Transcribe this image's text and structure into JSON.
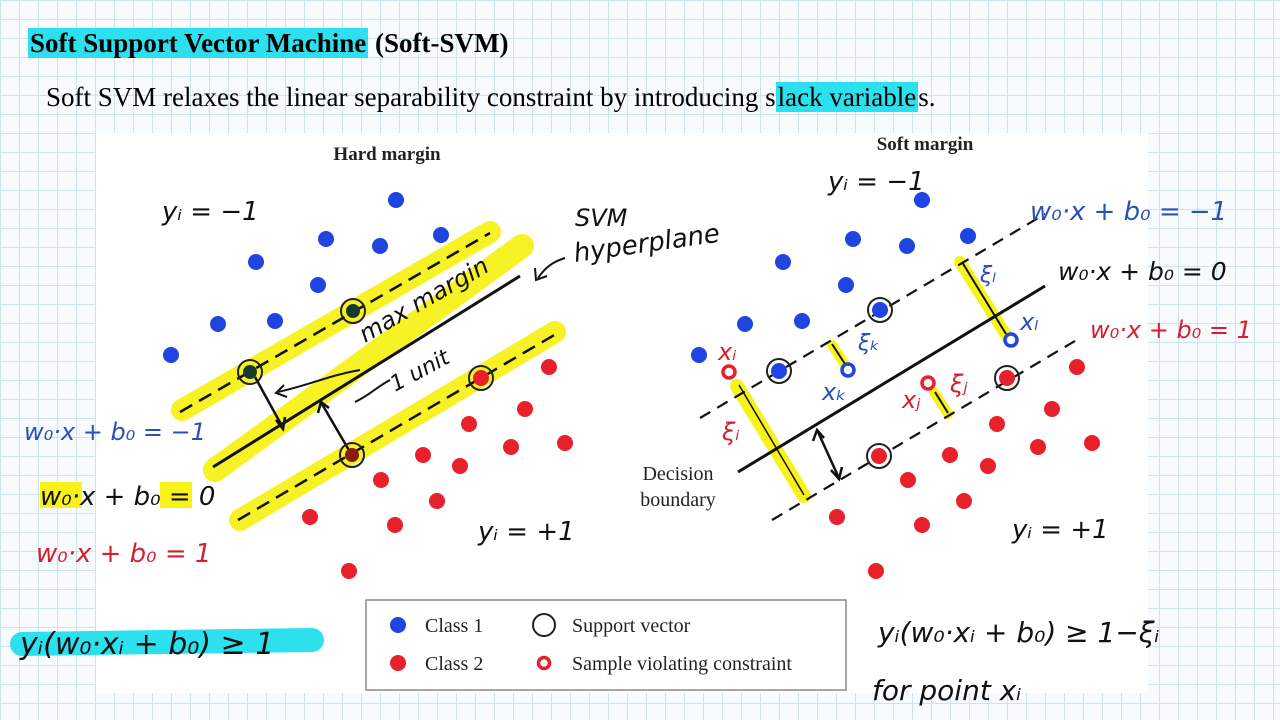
{
  "title": {
    "main": "Soft Support Vector Machine",
    "suffix": " (Soft-SVM)"
  },
  "subtitle": {
    "before": "Soft SVM relaxes the linear separability constraint by introducing s",
    "highlight": "lack variable",
    "after": "s."
  },
  "hard_panel": {
    "heading": "Hard margin",
    "label_neg": "yᵢ = −1",
    "label_pos": "yᵢ = +1",
    "annot_svm": "SVM",
    "annot_hyperplane": "hyperplane",
    "annot_max_margin": "max margin",
    "annot_unit": "1 unit",
    "eq_neg": "w₀·x + b₀ = −1",
    "eq_zero": "w₀·x + b₀ = 0",
    "eq_pos": "w₀·x + b₀ = 1",
    "constraint": "yᵢ(w₀·xᵢ + b₀) ≥ 1"
  },
  "soft_panel": {
    "heading": "Soft margin",
    "label_neg": "yᵢ = −1",
    "label_pos": "yᵢ = +1",
    "eq_neg": "w₀·x + b₀ = −1",
    "eq_zero": "w₀·x + b₀ = 0",
    "eq_pos": "w₀·x + b₀ = 1",
    "decision_line1": "Decision",
    "decision_line2": "boundary",
    "x_i": "xᵢ",
    "xi_i": "ξᵢ",
    "x_k": "xₖ",
    "xi_k": "ξₖ",
    "x_j": "xⱼ",
    "xi_j": "ξⱼ",
    "x_l": "xₗ",
    "xi_l": "ξₗ",
    "constraint": "yᵢ(w₀·xᵢ + b₀) ≥ 1−ξᵢ",
    "for_point": "for point xᵢ"
  },
  "legend": {
    "class1": "Class 1",
    "class2": "Class 2",
    "support_vector": "Support vector",
    "violating": "Sample violating constraint"
  },
  "colors": {
    "class1": "#1f44e0",
    "class2": "#e8202a",
    "highlight_yellow": "#f7f21a",
    "highlight_cyan": "#2de0ee",
    "ink_blue": "#2a4fb8",
    "ink_red": "#d61f2e",
    "ink_black": "#111111"
  }
}
